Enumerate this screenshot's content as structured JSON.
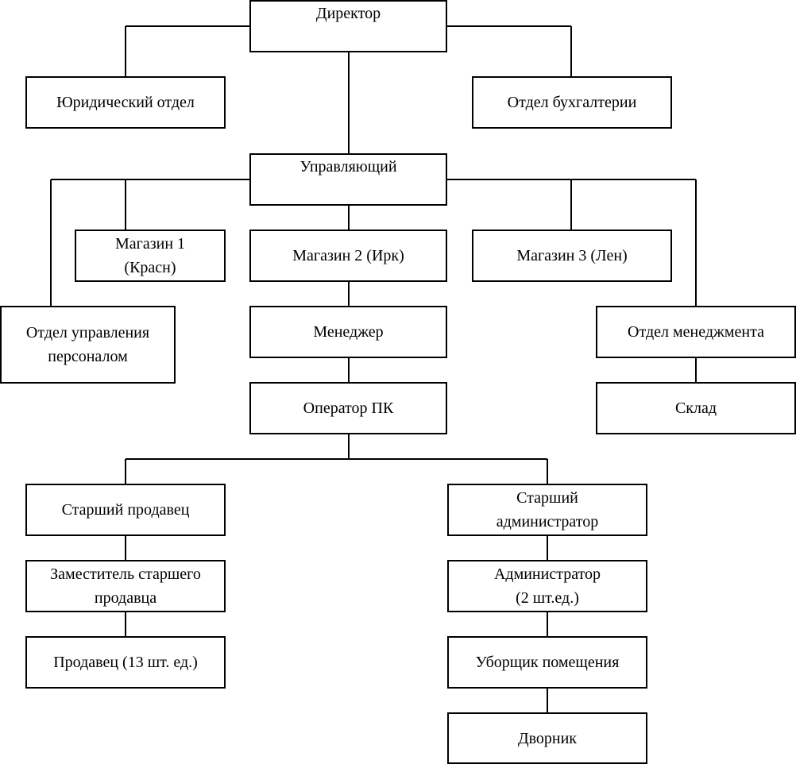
{
  "nodes": {
    "director": "Директор",
    "legal": "Юридический отдел",
    "accounting": "Отдел бухгалтерии",
    "manager_head": "Управляющий",
    "store1_line1": "Магазин 1",
    "store1_line2": "(Красн)",
    "store2": "Магазин 2 (Ирк)",
    "store3": "Магазин 3 (Лен)",
    "hr_line1": "Отдел управления",
    "hr_line2": "персоналом",
    "manager": "Менеджер",
    "mgmt_dept": "Отдел менеджмента",
    "operator": "Оператор ПК",
    "warehouse": "Склад",
    "senior_seller": "Старший продавец",
    "senior_admin_line1": "Старший",
    "senior_admin_line2": "администратор",
    "deputy_line1": "Заместитель старшего",
    "deputy_line2": "продавца",
    "admin_line1": "Администратор",
    "admin_line2": "(2 шт.ед.)",
    "seller": "Продавец (13 шт. ед.)",
    "cleaner": "Уборщик помещения",
    "janitor": "Дворник"
  }
}
